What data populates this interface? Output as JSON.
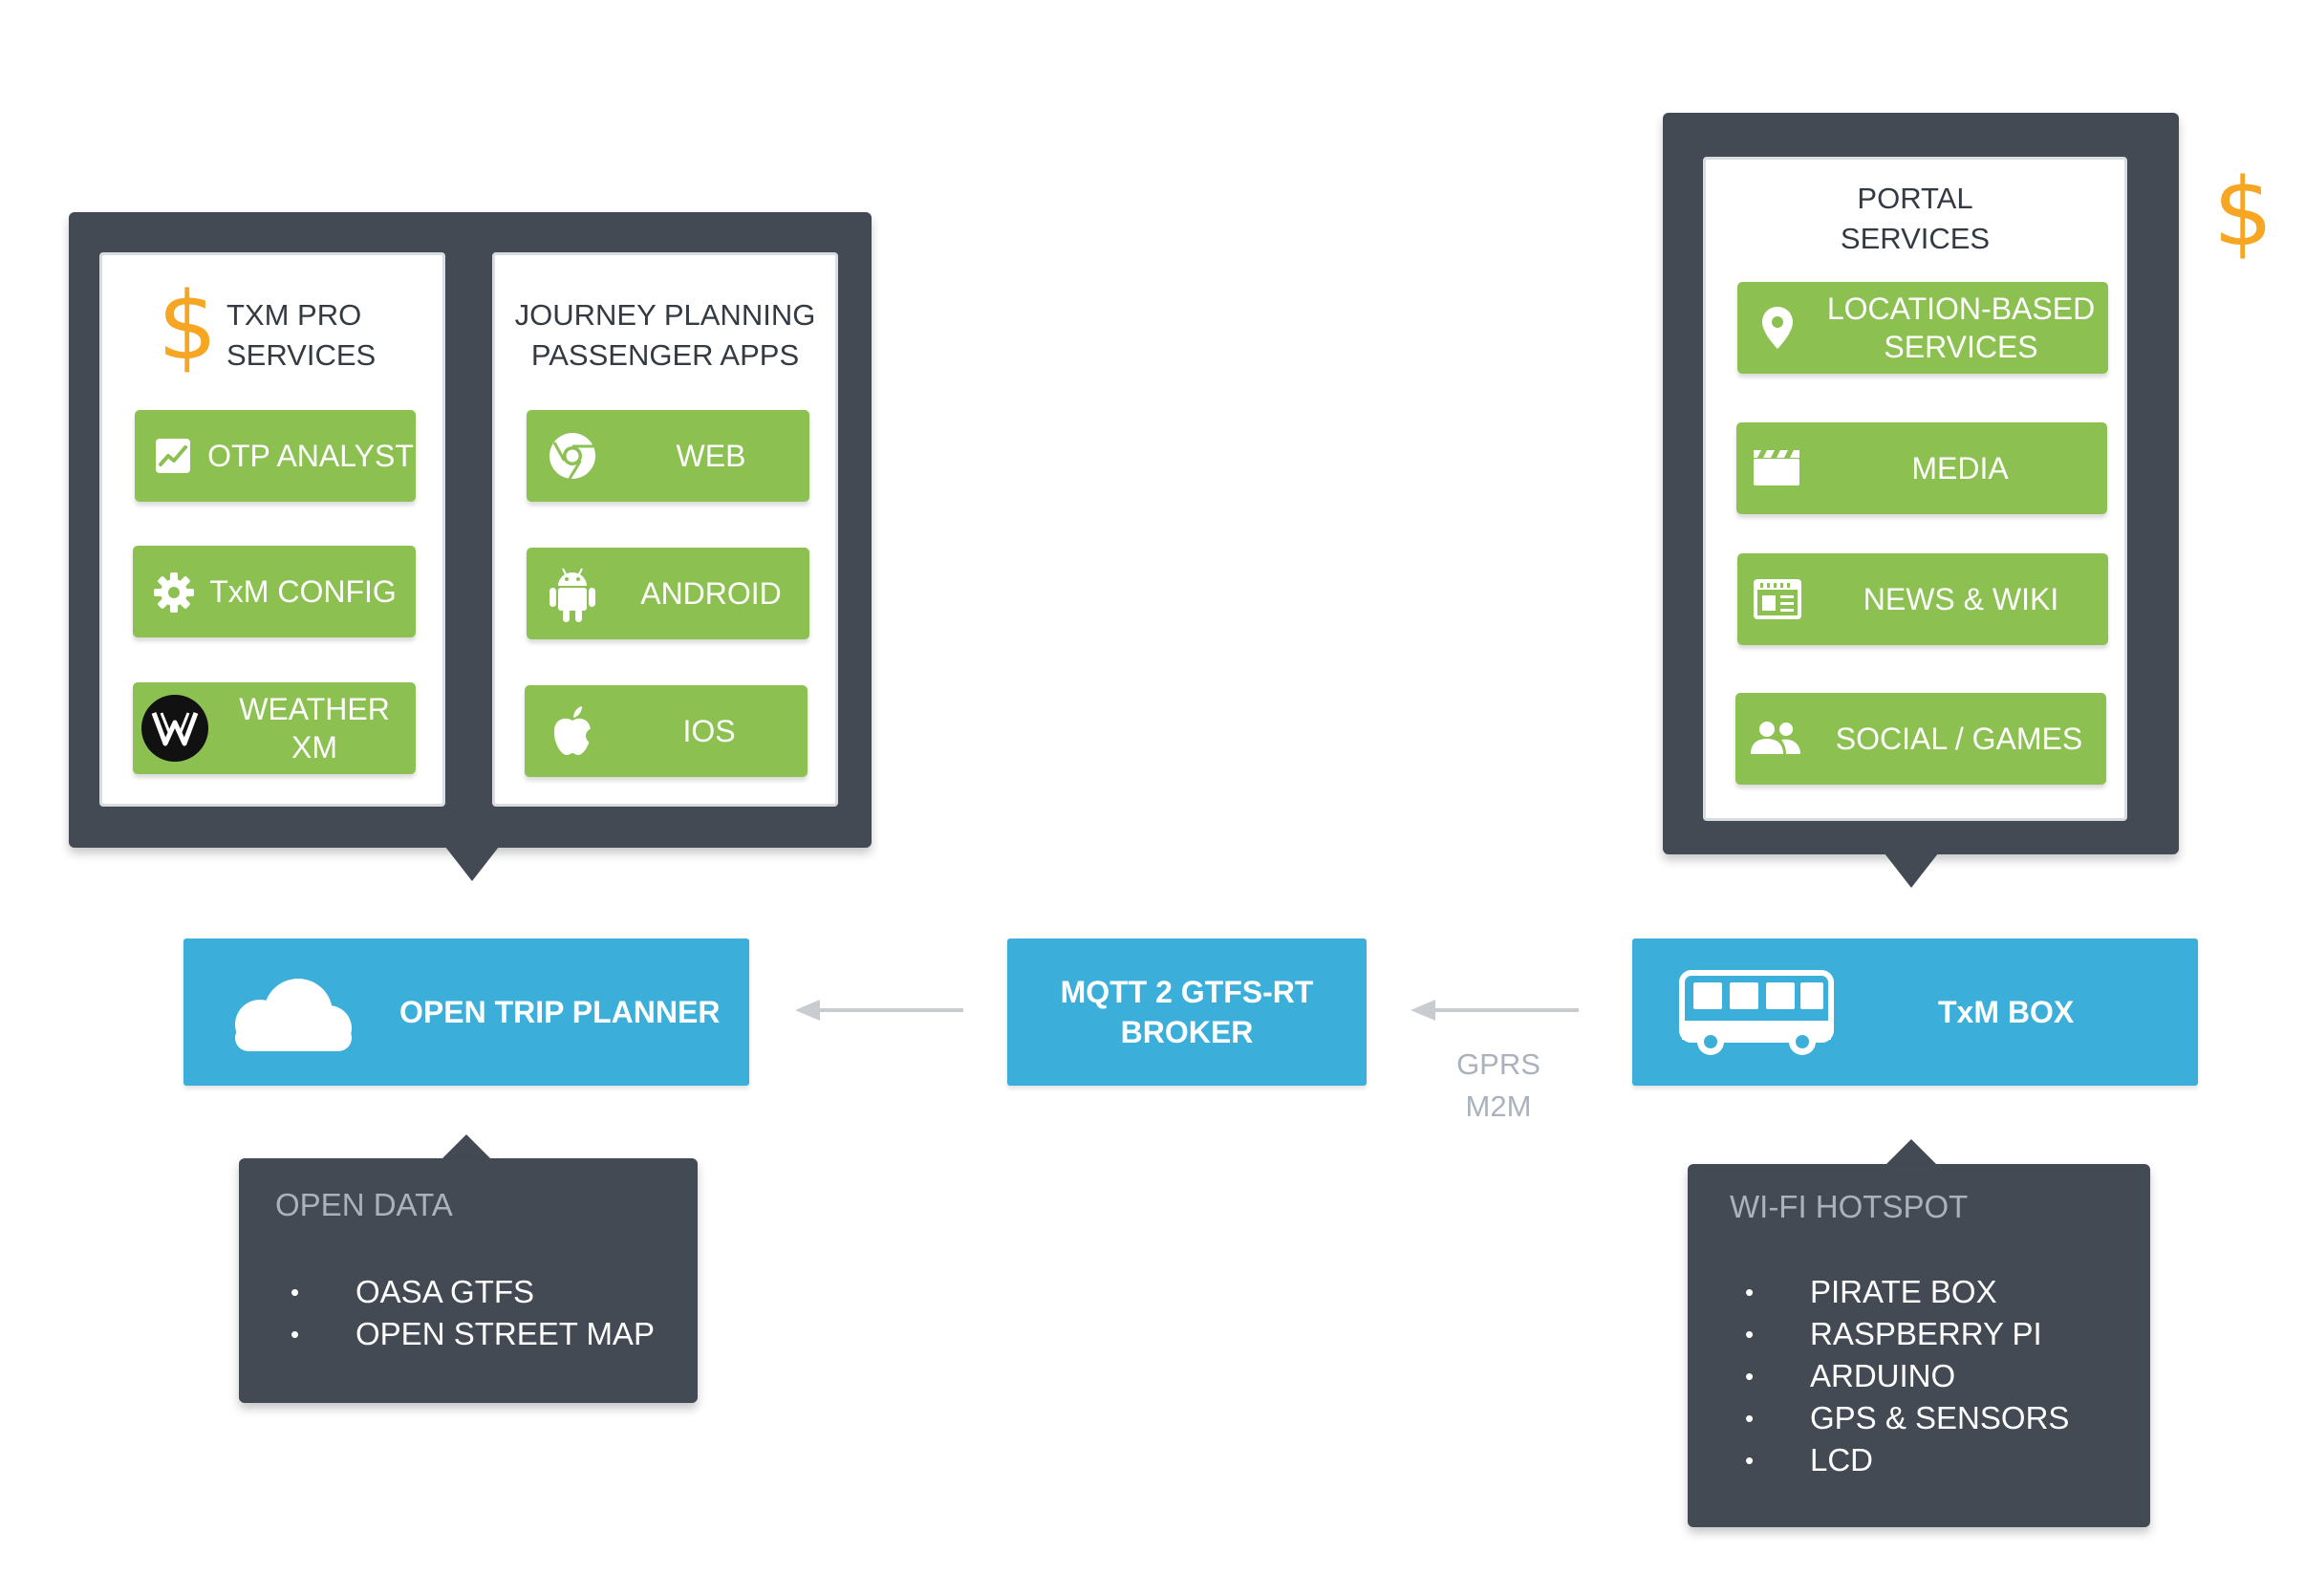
{
  "left_group": {
    "txm_pro": {
      "title": "TXM PRO\nSERVICES",
      "items": [
        {
          "label": "OTP ANALYST",
          "icon": "chart-icon"
        },
        {
          "label": "TxM CONFIG",
          "icon": "gear-icon"
        },
        {
          "label": "WEATHER XM",
          "icon": "weather-xm-logo"
        }
      ]
    },
    "journey": {
      "title": "JOURNEY PLANNING\nPASSENGER APPS",
      "items": [
        {
          "label": "WEB",
          "icon": "chrome-icon"
        },
        {
          "label": "ANDROID",
          "icon": "android-icon"
        },
        {
          "label": "IOS",
          "icon": "apple-icon"
        }
      ]
    }
  },
  "right_group": {
    "portal": {
      "title": "PORTAL\nSERVICES",
      "items": [
        {
          "label": "LOCATION-BASED\nSERVICES",
          "icon": "location-pin-icon"
        },
        {
          "label": "MEDIA",
          "icon": "clapperboard-icon"
        },
        {
          "label": "NEWS & WIKI",
          "icon": "newspaper-icon"
        },
        {
          "label": "SOCIAL / GAMES",
          "icon": "people-icon"
        }
      ]
    }
  },
  "currency_symbol": "$",
  "nodes": {
    "open_trip_planner": "OPEN TRIP PLANNER",
    "broker": "MQTT 2 GTFS-RT\nBROKER",
    "txm_box": "TxM BOX"
  },
  "connection_label": "GPRS\nM2M",
  "open_data": {
    "title": "OPEN DATA",
    "items": [
      "OASA GTFS",
      "OPEN STREET MAP"
    ]
  },
  "wifi_hotspot": {
    "title": "WI-FI HOTSPOT",
    "items": [
      "PIRATE BOX",
      "RASPBERRY PI",
      "ARDUINO",
      "GPS & SENSORS",
      "LCD"
    ]
  },
  "colors": {
    "dark": "#434a54",
    "green": "#8cc152",
    "blue": "#3bafda",
    "orange": "#f6a623",
    "arrow": "#c8ccd0",
    "muted_text": "#aab2bd"
  }
}
